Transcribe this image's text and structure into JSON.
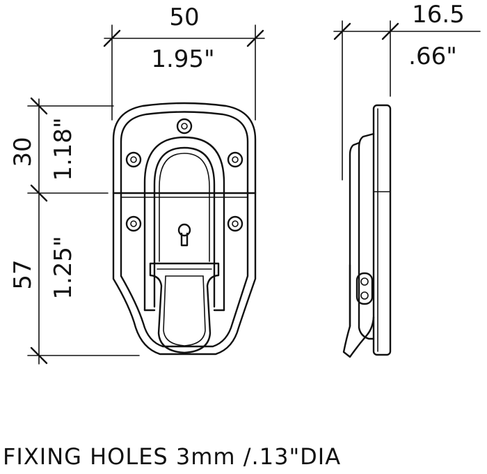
{
  "dimensions": {
    "width_mm": "50",
    "width_in": "1.95\"",
    "depth_mm": "16.5",
    "depth_in": ".66\"",
    "upper_height_mm": "30",
    "upper_height_in": "1.18\"",
    "lower_height_mm": "57",
    "lower_height_in": "1.25\""
  },
  "caption": "FIXING HOLES 3mm /.13\"DIA"
}
